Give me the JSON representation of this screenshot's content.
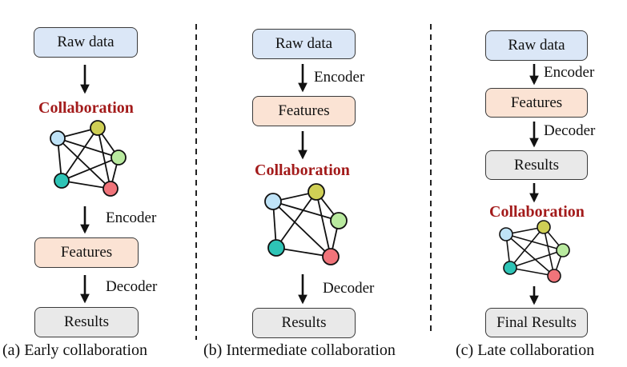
{
  "panels": [
    {
      "caption": "(a) Early collaboration",
      "raw": "Raw data",
      "collaboration": "Collaboration",
      "encoder": "Encoder",
      "features": "Features",
      "decoder": "Decoder",
      "results": "Results"
    },
    {
      "caption": "(b) Intermediate collaboration",
      "raw": "Raw data",
      "encoder": "Encoder",
      "features": "Features",
      "collaboration": "Collaboration",
      "decoder": "Decoder",
      "results": "Results"
    },
    {
      "caption": "(c) Late collaboration",
      "raw": "Raw data",
      "encoder": "Encoder",
      "features": "Features",
      "decoder": "Decoder",
      "results": "Results",
      "collaboration": "Collaboration",
      "final_results": "Final Results"
    }
  ],
  "colors": {
    "raw_box": "#dbe7f7",
    "features_box": "#fbe3d4",
    "results_box": "#e9e9e9",
    "collaboration_text": "#a31b1b",
    "node_blue": "#bfe3f7",
    "node_olive": "#cfcf55",
    "node_green": "#b9ea9f",
    "node_teal": "#2ec4b6",
    "node_red": "#f0747a"
  }
}
